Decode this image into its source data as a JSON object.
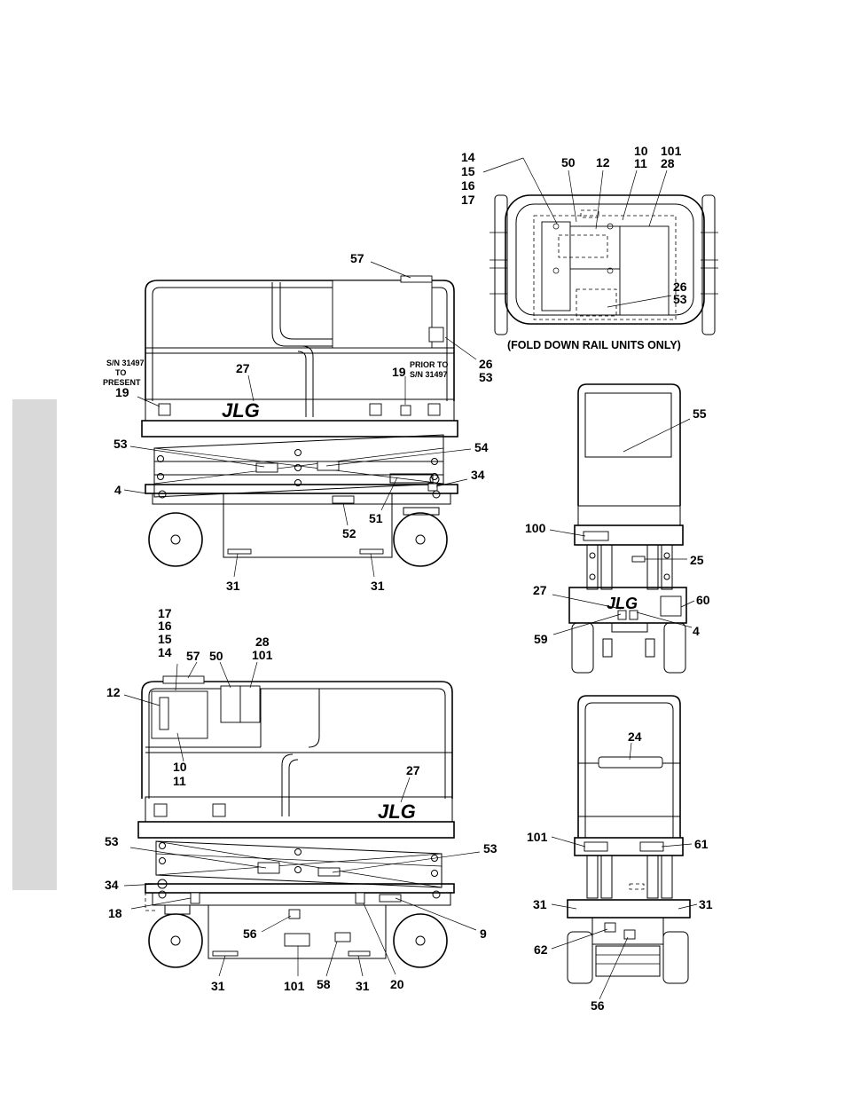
{
  "side_tab": {
    "color": "#d9d9d9"
  },
  "logo_text": "JLG",
  "views": {
    "top": {
      "callouts_a": [
        "14",
        "15",
        "16",
        "17"
      ],
      "callout_50": "50",
      "callout_12": "12",
      "callouts_10": [
        "10",
        "11"
      ],
      "callouts_101": [
        "101",
        "28"
      ],
      "callouts_26": [
        "26",
        "53"
      ],
      "caption": "(FOLD DOWN RAIL UNITS ONLY)"
    },
    "side1": {
      "callout_57": "57",
      "note_left": [
        "S/N 31497",
        "TO",
        "PRESENT"
      ],
      "callout_19_left": "19",
      "callout_27": "27",
      "callout_19_right": "19",
      "note_right": [
        "PRIOR TO",
        "S/N 31497"
      ],
      "callouts_26": [
        "26",
        "53"
      ],
      "callout_53": "53",
      "callout_54": "54",
      "callout_34": "34",
      "callout_4": "4",
      "callout_51": "51",
      "callout_52": "52",
      "callout_31_left": "31",
      "callout_31_right": "31"
    },
    "end1": {
      "callout_55": "55",
      "callout_100": "100",
      "callout_25": "25",
      "callout_27": "27",
      "callout_60": "60",
      "callout_59": "59",
      "callout_4": "4"
    },
    "side2": {
      "callouts_14": [
        "17",
        "16",
        "15",
        "14"
      ],
      "callout_57": "57",
      "callout_50": "50",
      "callouts_28": [
        "28",
        "101"
      ],
      "callout_12": "12",
      "callouts_10": [
        "10",
        "11"
      ],
      "callout_27": "27",
      "callout_53_left": "53",
      "callout_53_right": "53",
      "callout_34": "34",
      "callout_18": "18",
      "callout_9": "9",
      "callout_56": "56",
      "callout_31_left": "31",
      "callout_101": "101",
      "callout_58": "58",
      "callout_31_right": "31",
      "callout_20": "20"
    },
    "end2": {
      "callout_24": "24",
      "callout_101": "101",
      "callout_61": "61",
      "callout_31_left": "31",
      "callout_31_right": "31",
      "callout_62": "62",
      "callout_56": "56"
    }
  }
}
